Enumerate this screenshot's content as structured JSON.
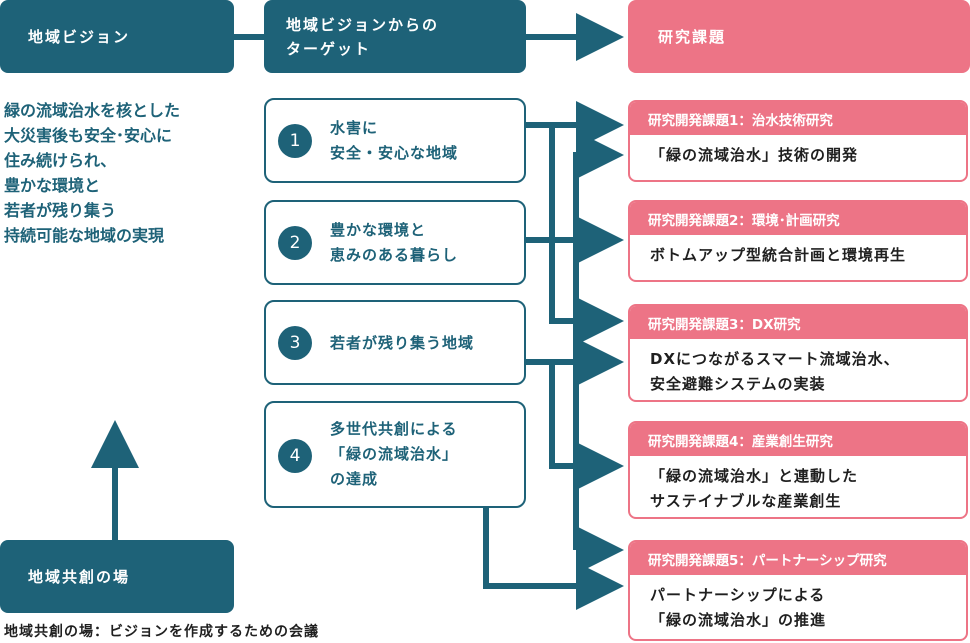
{
  "headers": {
    "vision": "地域ビジョン",
    "targets_line1": "地域ビジョンからの",
    "targets_line2": "ターゲット",
    "research": "研究課題",
    "cocreation": "地域共創の場"
  },
  "vision_statement": "緑の流域治水を核とした\n大災害後も安全･安心に\n住み続けられ、\n豊かな環境と\n若者が残り集う\n持続可能な地域の実現",
  "targets": [
    {
      "num": "1",
      "text": "水害に\n安全・安心な地域"
    },
    {
      "num": "2",
      "text": "豊かな環境と\n恵みのある暮らし"
    },
    {
      "num": "3",
      "text": "若者が残り集う地域"
    },
    {
      "num": "4",
      "text": "多世代共創による\n「緑の流域治水」\nの達成"
    }
  ],
  "research_topics": [
    {
      "title": "研究開発課題1：治水技術研究",
      "body": "「緑の流域治水」技術の開発"
    },
    {
      "title": "研究開発課題2：環境･計画研究",
      "body": "ボトムアップ型統合計画と環境再生"
    },
    {
      "title": "研究開発課題3：DX研究",
      "body": "DXにつながるスマート流域治水、\n安全避難システムの実装"
    },
    {
      "title": "研究開発課題4：産業創生研究",
      "body": "「緑の流域治水」と連動した\nサステイナブルな産業創生"
    },
    {
      "title": "研究開発課題5：パートナーシップ研究",
      "body": "パートナーシップによる\n「緑の流域治水」の推進"
    }
  ],
  "footer_note": "地域共創の場：ビジョンを作成するための会議",
  "colors": {
    "teal": "#1e6278",
    "pink": "#ed7486"
  }
}
